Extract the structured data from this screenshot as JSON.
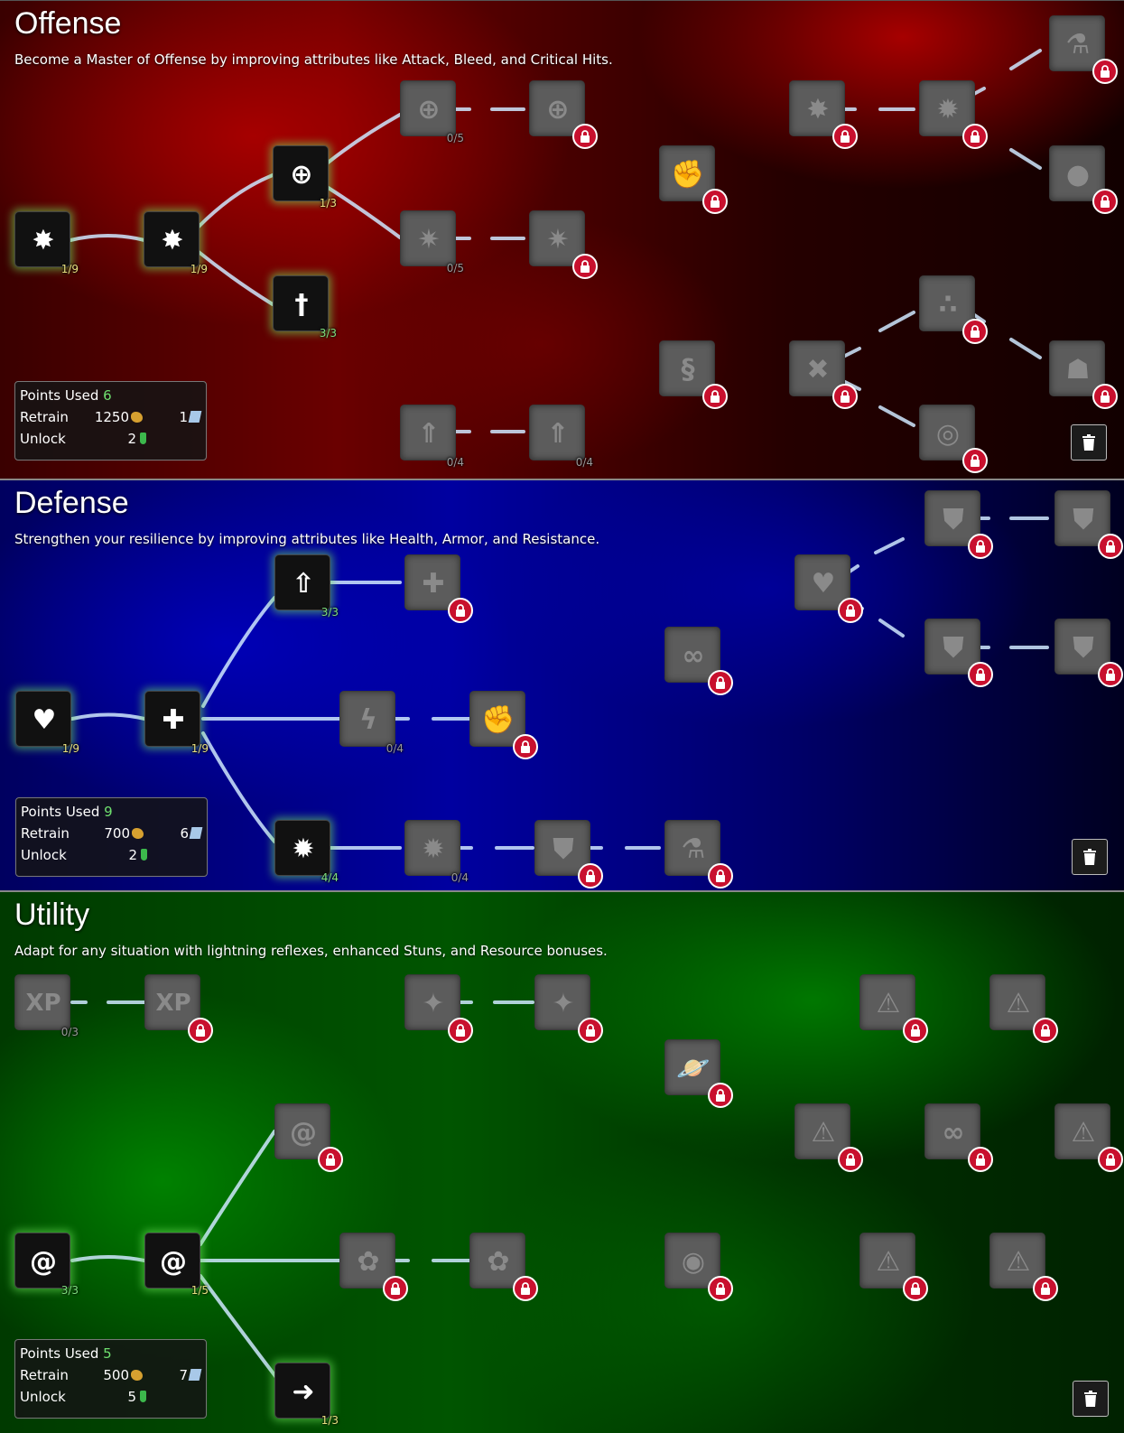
{
  "colors": {
    "lock": "#c8102e",
    "active_glow": "#6ee65a",
    "points_green": "#6fe06f",
    "rank_yellow": "#e8e080"
  },
  "panels": [
    {
      "id": "offense",
      "title": "Offense",
      "description": "Become a Master of Offense by improving attributes like Attack, Bleed, and Critical Hits.",
      "stats": {
        "points_label": "Points Used",
        "points": "6",
        "retrain_label": "Retrain",
        "retrain_gold": "1250",
        "retrain_cubes": "1",
        "unlock_label": "Unlock",
        "unlock_cost": "2"
      }
    },
    {
      "id": "defense",
      "title": "Defense",
      "description": "Strengthen your resilience by improving attributes like Health, Armor, and Resistance.",
      "stats": {
        "points_label": "Points Used",
        "points": "9",
        "retrain_label": "Retrain",
        "retrain_gold": "700",
        "retrain_cubes": "6",
        "unlock_label": "Unlock",
        "unlock_cost": "2"
      }
    },
    {
      "id": "utility",
      "title": "Utility",
      "description": "Adapt for any situation with lightning reflexes, enhanced Stuns, and Resource bonuses.",
      "stats": {
        "points_label": "Points Used",
        "points": "5",
        "retrain_label": "Retrain",
        "retrain_gold": "500",
        "retrain_cubes": "7",
        "unlock_label": "Unlock",
        "unlock_cost": "5"
      }
    }
  ],
  "nodes": {
    "offense": [
      {
        "icon": "sword-burst-icon",
        "glyph": "✸",
        "state": "active",
        "rank": "1/9"
      },
      {
        "icon": "sword-burst-icon",
        "glyph": "✸",
        "state": "active",
        "rank": "1/9"
      },
      {
        "icon": "crosshair-shield-icon",
        "glyph": "⊕",
        "state": "active",
        "rank": "1/3"
      },
      {
        "icon": "sword-icon",
        "glyph": "†",
        "state": "active",
        "rank": "3/3"
      },
      {
        "icon": "crosshair-icon",
        "glyph": "⊕",
        "state": "inactive",
        "rank": "0/5"
      },
      {
        "icon": "crosshair-icon",
        "glyph": "⊕",
        "state": "locked"
      },
      {
        "icon": "explosion-icon",
        "glyph": "✷",
        "state": "inactive",
        "rank": "0/5"
      },
      {
        "icon": "explosion-icon",
        "glyph": "✷",
        "state": "locked"
      },
      {
        "icon": "sword-up-icon",
        "glyph": "⇑",
        "state": "inactive",
        "rank": "0/4"
      },
      {
        "icon": "sword-up-icon",
        "glyph": "⇑",
        "state": "inactive",
        "rank": "0/4"
      },
      {
        "icon": "fist-icon",
        "glyph": "✊",
        "state": "locked"
      },
      {
        "icon": "dna-icon",
        "glyph": "§",
        "state": "locked"
      },
      {
        "icon": "sword-burst-icon",
        "glyph": "✸",
        "state": "locked"
      },
      {
        "icon": "broken-heart-icon",
        "glyph": "✖",
        "state": "locked"
      },
      {
        "icon": "impact-plus-icon",
        "glyph": "✹",
        "state": "locked"
      },
      {
        "icon": "triple-drop-icon",
        "glyph": "∴",
        "state": "locked"
      },
      {
        "icon": "target-person-icon",
        "glyph": "◎",
        "state": "locked"
      },
      {
        "icon": "potion-tube-icon",
        "glyph": "⚗",
        "state": "locked"
      },
      {
        "icon": "blood-drop-icon",
        "glyph": "●",
        "state": "locked"
      },
      {
        "icon": "hooded-figure-icon",
        "glyph": "☗",
        "state": "locked"
      }
    ],
    "defense": [
      {
        "icon": "heart-icon",
        "glyph": "♥",
        "state": "active",
        "rank": "1/9"
      },
      {
        "icon": "heart-plus-icon",
        "glyph": "✚",
        "state": "active",
        "rank": "1/9"
      },
      {
        "icon": "heart-up-icon",
        "glyph": "⇧",
        "state": "active",
        "rank": "3/3"
      },
      {
        "icon": "shield-burst-icon",
        "glyph": "✹",
        "state": "active",
        "rank": "4/4"
      },
      {
        "icon": "plus-plus-icon",
        "glyph": "✚",
        "state": "locked"
      },
      {
        "icon": "shield-lightning-icon",
        "glyph": "ϟ",
        "state": "inactive",
        "rank": "0/4"
      },
      {
        "icon": "shield-fist-icon",
        "glyph": "✊",
        "state": "locked"
      },
      {
        "icon": "shield-burst-icon",
        "glyph": "✹",
        "state": "inactive",
        "rank": "0/4"
      },
      {
        "icon": "shield-icon",
        "glyph": "⛊",
        "state": "locked"
      },
      {
        "icon": "flask-icon",
        "glyph": "⚗",
        "state": "locked"
      },
      {
        "icon": "chain-link-icon",
        "glyph": "∞",
        "state": "locked"
      },
      {
        "icon": "double-heart-icon",
        "glyph": "♥",
        "state": "locked"
      },
      {
        "icon": "shield-drop-icon",
        "glyph": "⛊",
        "state": "locked"
      },
      {
        "icon": "shield-drop-icon",
        "glyph": "⛊",
        "state": "locked"
      },
      {
        "icon": "shield-icon",
        "glyph": "⛊",
        "state": "locked"
      },
      {
        "icon": "shield-cracked-icon",
        "glyph": "⛊",
        "state": "locked"
      }
    ],
    "utility": [
      {
        "icon": "xp-icon",
        "glyph": "XP",
        "state": "inactive",
        "rank": "0/3"
      },
      {
        "icon": "xp-icon",
        "glyph": "XP",
        "state": "locked"
      },
      {
        "icon": "sparkle-fist-icon",
        "glyph": "✦",
        "state": "locked"
      },
      {
        "icon": "sparkle-fist-icon",
        "glyph": "✦",
        "state": "locked"
      },
      {
        "icon": "planet-icon",
        "glyph": "🪐",
        "state": "locked"
      },
      {
        "icon": "chain-warning-icon",
        "glyph": "⚠",
        "state": "locked"
      },
      {
        "icon": "dna-warning-icon",
        "glyph": "⚠",
        "state": "locked"
      },
      {
        "icon": "swirl-icon",
        "glyph": "@",
        "state": "locked"
      },
      {
        "icon": "planet-warning-icon",
        "glyph": "⚠",
        "state": "locked"
      },
      {
        "icon": "binoculars-icon",
        "glyph": "∞",
        "state": "locked"
      },
      {
        "icon": "fist-warning-icon",
        "glyph": "⚠",
        "state": "locked"
      },
      {
        "icon": "swirl-shield-icon",
        "glyph": "@",
        "state": "active",
        "rank": "3/3"
      },
      {
        "icon": "vortex-icon",
        "glyph": "@",
        "state": "active",
        "rank": "1/5"
      },
      {
        "icon": "vortex-flower-icon",
        "glyph": "✿",
        "state": "locked"
      },
      {
        "icon": "vortex-flower-icon",
        "glyph": "✿",
        "state": "locked"
      },
      {
        "icon": "eye-icon",
        "glyph": "◉",
        "state": "locked"
      },
      {
        "icon": "eye-warning-icon",
        "glyph": "⚠",
        "state": "locked"
      },
      {
        "icon": "flask-warning-icon",
        "glyph": "⚠",
        "state": "locked"
      },
      {
        "icon": "running-man-icon",
        "glyph": "➜",
        "state": "active",
        "rank": "1/3"
      }
    ]
  }
}
